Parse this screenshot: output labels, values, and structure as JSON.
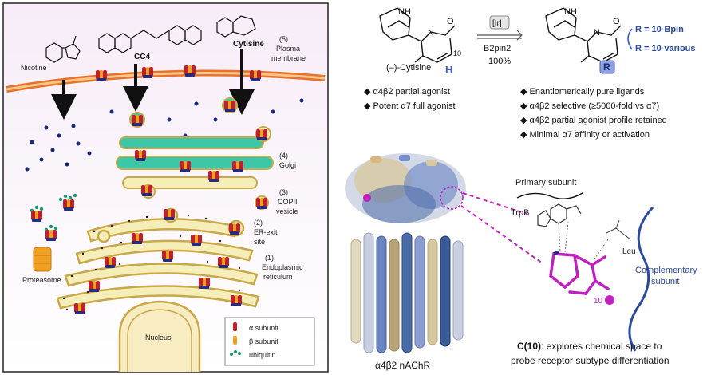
{
  "cell": {
    "compounds": {
      "nicotine": "Nicotine",
      "cc4": "CC4",
      "cytisine": "Cytisine"
    },
    "labels": {
      "l5_num": "(5)",
      "l5_a": "Plasma",
      "l5_b": "membrane",
      "l4_num": "(4)",
      "l4_a": "Golgi",
      "l3_num": "(3)",
      "l3_a": "COPII",
      "l3_b": "vesicle",
      "l2_num": "(2)",
      "l2_a": "ER-exit",
      "l2_b": "site",
      "l1_num": "(1)",
      "l1_a": "Endoplasmic",
      "l1_b": "reticulum",
      "proteasome": "Proteasome",
      "nucleus": "Nucleus"
    },
    "legend": {
      "alpha": "α subunit",
      "beta": "β subunit",
      "ubiquitin": "ubiquitin"
    }
  },
  "reaction": {
    "reactant_name": "(–)-Cytisine",
    "position": "10",
    "h_atom": "H",
    "nh": "NH",
    "n": "N",
    "o": "O",
    "catalyst": "[Ir]",
    "reagent": "B2pin2",
    "yield": "100%",
    "r_group": "R",
    "r_option_1": "R = 10-Bpin",
    "r_option_2": "R = 10-various"
  },
  "bullets_left": [
    "α4β2 partial agonist",
    "Potent α7 full agonist"
  ],
  "bullets_right": [
    "Enantiomerically pure ligands",
    "α4β2 selective (≥5000-fold vs α7)",
    "α4β2 partial agonist profile retained",
    "Minimal α7 affinity or activation"
  ],
  "receptor": {
    "name": "α4β2 nAChR",
    "primary": "Primary subunit",
    "trpb": "TrpB",
    "leu": "Leu",
    "complementary_a": "Complementary",
    "complementary_b": "subunit",
    "c10": "10",
    "caption_bold": "C(10)",
    "caption_rest": ": explores chemical space to",
    "caption_line2": "probe receptor subtype differentiation"
  },
  "colors": {
    "alpha_subunit": "#c0202a",
    "beta_subunit": "#f0a020",
    "ubiquitin": "#1a9a6a",
    "ligand_magenta": "#c020c0",
    "r_badge": "#8f9fe0",
    "complementary": "#2a4aa0",
    "membrane": "#e8722a",
    "golgi": "#3cc8a8",
    "er": "#f5eeb8"
  }
}
